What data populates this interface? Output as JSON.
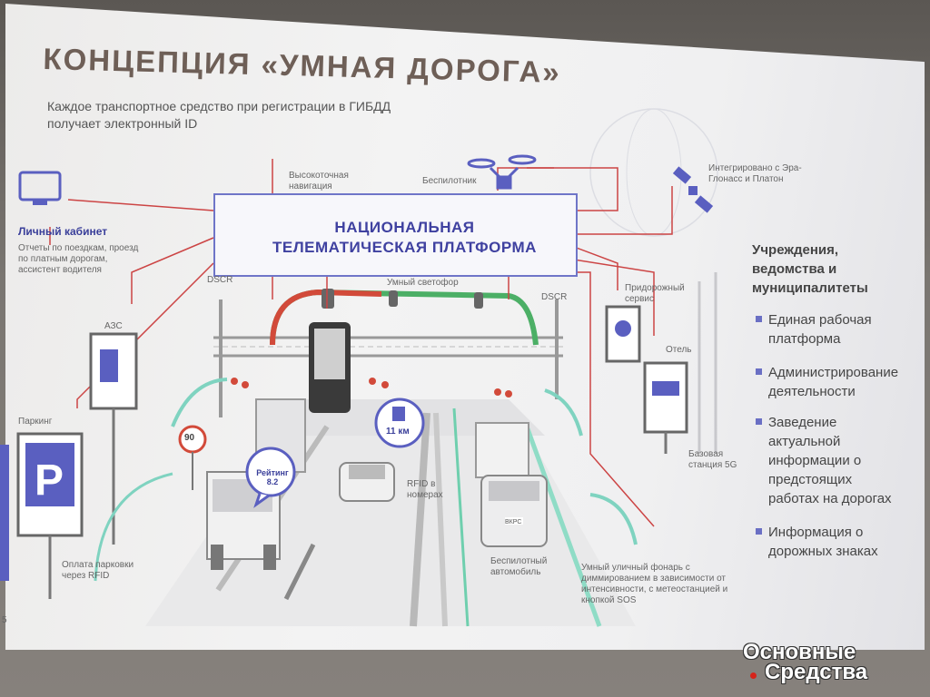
{
  "title": "КОНЦЕПЦИЯ «УМНАЯ ДОРОГА»",
  "subtitle": "Каждое транспортное средство при регистрации в ГИБДД получает электронный ID",
  "platform": {
    "line1": "НАЦИОНАЛЬНАЯ",
    "line2": "ТЕЛЕМАТИЧЕСКАЯ ПЛАТФОРМА"
  },
  "labels": {
    "navigation": "Высокоточная навигация",
    "drone": "Беспилотник",
    "glonass": "Интегрировано с Эра-Глонасс и Платон",
    "cabinet_title": "Личный кабинет",
    "cabinet_desc": "Отчеты по поездкам, проезд по платным дорогам, ассистент водителя",
    "dsrc_left": "DSCR",
    "dsrc_right": "DSCR",
    "traffic_light": "Умный светофор",
    "roadside": "Придорожный сервис",
    "hotel": "Отель",
    "gas": "АЗС",
    "parking": "Паркинг",
    "parking_payment": "Оплата парковки через RFID",
    "rfid": "RFID в номерах",
    "speed": "90",
    "distance": "11 км",
    "rating": "Рейтинг 8.2",
    "driverless": "Беспилотный автомобиль",
    "base_station": "Базовая станция 5G",
    "lamp": "Умный уличный фонарь с диммированием в зависимости от интенсивности, с метеостанцией и кнопкой SOS",
    "page_num": "5",
    "car_plate": "ВКРС"
  },
  "right_panel": {
    "title": "Учреждения, ведомства и муниципалитеты",
    "items": [
      "Единая рабочая платформа",
      "Администрирование деятельности",
      "Заведение актуальной информации о предстоящих работах на дорогах",
      "Информация о дорожных знаках"
    ]
  },
  "watermark": {
    "line1": "Основные",
    "line2": "Средства"
  },
  "colors": {
    "accent": "#5a5fc0",
    "red": "#d24a3a",
    "green": "#4caf66",
    "teal": "#7fd3c0"
  }
}
